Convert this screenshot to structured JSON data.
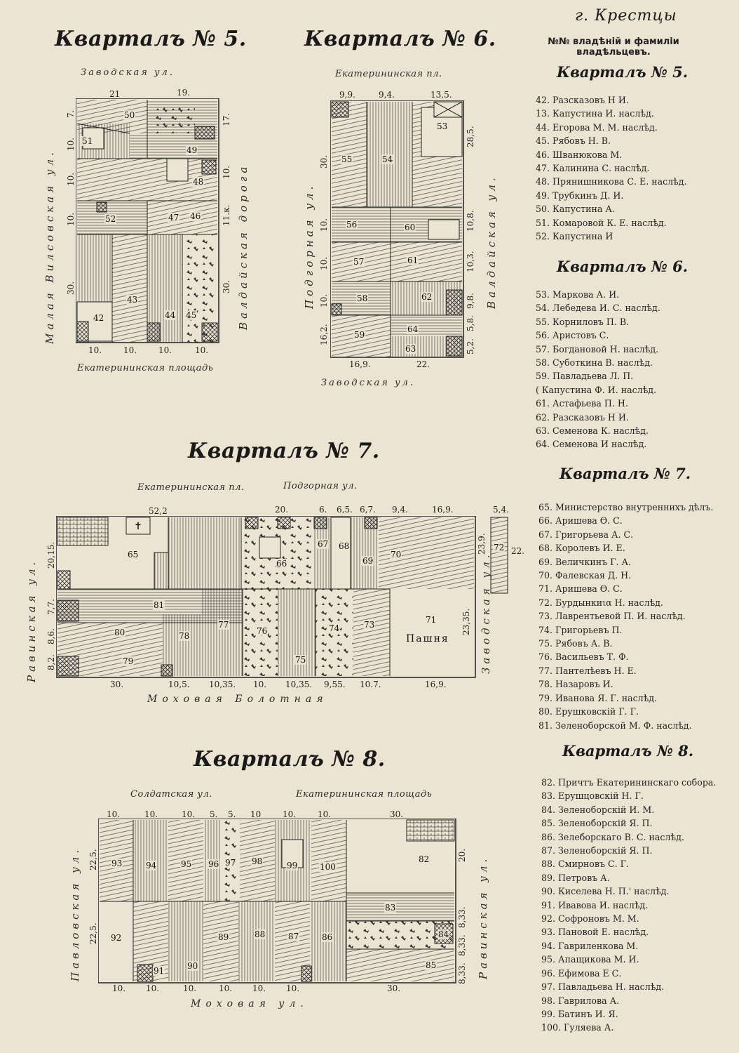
{
  "city": "г. Крестцы",
  "header": "№№ владѣній и фамиліи владѣльцевъ.",
  "maps": {
    "q5": {
      "title": "Кварталъ № 5.",
      "streets": {
        "top": "Заводская ул.",
        "bottom": "Екатерининская площадь",
        "left": "Малая Вилсовская ул.",
        "right": "Валдайская дорога"
      },
      "dims": {
        "t1": "21",
        "t2": "19.",
        "l1": "7.",
        "l2": "10.",
        "l3": "10.",
        "l4": "10.",
        "l5": "30.",
        "r1": "17.",
        "r2": "10.",
        "r3": "11.к.",
        "r4": "30.",
        "b1": "10.",
        "b2": "10.",
        "b3": "10.",
        "b4": "10."
      },
      "lots": [
        "50",
        "51",
        "49",
        "48",
        "52",
        "47",
        "46",
        "43",
        "42",
        "44",
        "45"
      ]
    },
    "q6": {
      "title": "Кварталъ № 6.",
      "streets": {
        "top": "Екатерининская пл.",
        "bottom": "Заводская ул.",
        "left": "Подгорная ул.",
        "right": "Валдайская ул."
      },
      "dims": {
        "t1": "9,9.",
        "t2": "9,4.",
        "t3": "13,5.",
        "l1": "30.",
        "l2": "10.",
        "l3": "10.",
        "l4": "10.",
        "l5": "16,2.",
        "r1": "28,5.",
        "r2": "10,8.",
        "r3": "10,3.",
        "r4": "9,8.",
        "r5": "5,8.",
        "r6": "5,2.",
        "b1": "16,9.",
        "b2": "22."
      },
      "lots": [
        "53",
        "55",
        "54",
        "56",
        "60",
        "57",
        "61",
        "58",
        "62",
        "59",
        "64",
        "63"
      ]
    },
    "q7": {
      "title": "Кварталъ № 7.",
      "streets": {
        "top1": "Екатерининская пл.",
        "top2": "Подгорная ул.",
        "bottom": "Моховая Болотная",
        "left": "Равинская ул.",
        "right": "Заводская ул."
      },
      "dims": {
        "t1": "52,2",
        "t2": "20.",
        "t3": "6.",
        "t4": "6,5.",
        "t5": "6,7.",
        "t6": "9,4.",
        "t7": "16,9.",
        "t8": "5,4.",
        "r_out": "22.",
        "l1": "20,15.",
        "l2": "7,7.",
        "l3": "8,6.",
        "l4": "8,2.",
        "r1": "23,9.",
        "r2": "23,35.",
        "b1": "30.",
        "b2": "10,5.",
        "b3": "10,35.",
        "b4": "10.",
        "b5": "10,35.",
        "b6": "9,55.",
        "b7": "10.7.",
        "b8": "16,9."
      },
      "lots": [
        "65",
        "66",
        "67",
        "68",
        "69",
        "70",
        "72",
        "81",
        "77",
        "76",
        "74",
        "73",
        "71",
        "80",
        "78",
        "79",
        "75"
      ],
      "field_label": "Пашня"
    },
    "q8": {
      "title": "Кварталъ № 8.",
      "streets": {
        "top1": "Солдатская ул.",
        "top2": "Екатерининская площадь",
        "bottom": "Моховая ул.",
        "left": "Павловская ул.",
        "right": "Равинская ул."
      },
      "dims": {
        "t1": "10.",
        "t2": "10.",
        "t3": "10.",
        "t4": "5.",
        "t5": "5.",
        "t6": "10",
        "t7": "10.",
        "t8": "10.",
        "t9": "30.",
        "l1": "22,5.",
        "l2": "22,5.",
        "r1": "20.",
        "r2": "8,33.",
        "r3": "8,33.",
        "r4": "8,33.",
        "b1": "10.",
        "b2": "10.",
        "b3": "10.",
        "b4": "10.",
        "b5": "10.",
        "b6": "10.",
        "b7": "30."
      },
      "lots": [
        "93",
        "94",
        "95",
        "96",
        "97",
        "98",
        "99",
        "100",
        "82",
        "83",
        "92",
        "91",
        "90",
        "89",
        "88",
        "87",
        "86",
        "84",
        "85"
      ]
    }
  },
  "legend": {
    "q5": {
      "title": "Кварталъ № 5.",
      "items": [
        "42. Разсказовъ Н И.",
        "13. Капустина И. наслѣд.",
        "44. Егорова М. М. наслѣд.",
        "45. Рябовъ Н. В.",
        "46. Шванюкова М.",
        "47. Калинина С. наслѣд.",
        "48. Прянишникова С. Е. наслѣд.",
        "49. Трубкинъ Д. И.",
        "50. Капустина А.",
        "51. Комаровой К. Е. наслѣд.",
        "52. Капустина И"
      ]
    },
    "q6": {
      "title": "Кварталъ № 6.",
      "items": [
        "53. Маркова А. И.",
        "54. Лебедева И. С. наслѣд.",
        "55. Корниловъ П. В.",
        "56. Аристовъ С.",
        "57. Богдановой Н. наслѣд.",
        "58. Суботкина В. наслѣд.",
        "59. Павладьева Л. П.",
        "( Капустина Ф. И. наслѣд.",
        "61. Астафьева П. Н.",
        "62. Разсказовъ Н И.",
        "63. Семенова К. наслѣд.",
        "64. Семенова И наслѣд."
      ]
    },
    "q7": {
      "title": "Кварталъ № 7.",
      "items": [
        "65. Министерство внутреннихъ дѣлъ.",
        "66. Аришева Ѳ. С.",
        "67. Григорьева А. С.",
        "68. Королевъ И. Е.",
        "69. Величкинъ Г. А.",
        "70. Фалевская Д. Н.",
        "71. Аришева Ѳ. С.",
        "72. Бурдынкиια Н. наслѣд.",
        "73. Лаврентьевой П. И. наслѣд.",
        "74. Григорьевъ П.",
        "75. Рябовъ А. В.",
        "76. Васильевъ Т. Ф.",
        "77. Пантелѣевъ Н. Е.",
        "78. Назаровъ И.",
        "79. Иванова Я. Г. наслѣд.",
        "80. Ерушковскій Г. Г.",
        "81. Зеленоборской М. Ф. наслѣд."
      ]
    },
    "q8": {
      "title": "Кварталъ № 8.",
      "items": [
        "82. Причтъ Екатерининскаго собора.",
        "83. Ерушцовскій Н. Г.",
        "84. Зеленоборскій И. М.",
        "85. Зеленоборскій Я. П.",
        "86. Зелеборскаго В. С. наслѣд.",
        "87. Зеленоборскій Я. П.",
        "88. Смирновъ С. Г.",
        "89. Петровъ А.",
        "90. Киселева Н. П.' наслѣд.",
        "91. Ивавова И. наслѣд.",
        "92. Софроновъ М. М.",
        "93. Пановой Е. наслѣд.",
        "94. Гавриленкова М.",
        "95. Апащикова М. И.",
        "96. Ефимова Е С.",
        "97. Павладьева Н. наслѣд.",
        "98. Гаврилова А.",
        "99. Батинъ И. Я.",
        "100. Гуляева А."
      ]
    }
  }
}
